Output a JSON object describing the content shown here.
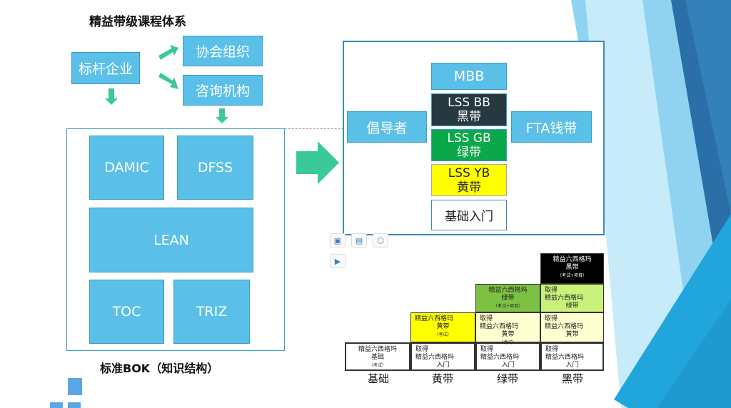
{
  "title": "精益带级课程体系",
  "sources": {
    "benchmark": "标杆企业",
    "association": "协会组织",
    "consulting": "咨询机构"
  },
  "bok": {
    "label": "标准BOK（知识结构）",
    "items": [
      "DAMIC",
      "DFSS",
      "LEAN",
      "TOC",
      "TRIZ"
    ]
  },
  "belts": {
    "mbb": "MBB",
    "bb": [
      "LSS BB",
      "黑带"
    ],
    "gb": [
      "LSS GB",
      "绿带"
    ],
    "yb": [
      "LSS YB",
      "黄带"
    ],
    "basic": "基础入门",
    "champion": "倡导者",
    "fta": "FTA钱带"
  },
  "ladder": {
    "columns": [
      "基础",
      "黄带",
      "绿带",
      "黑带"
    ],
    "basic": [
      "精益六西格玛",
      "基础",
      "（考试）"
    ],
    "yellow": [
      "精益六西格玛",
      "黄带",
      "（考试）"
    ],
    "green": [
      "精益六西格玛",
      "绿带",
      "（考试+项目）"
    ],
    "black": [
      "精益六西格玛",
      "黑带",
      "（考试+项目）"
    ],
    "obtain": "取得",
    "entry": [
      "精益六西格玛",
      "入门"
    ],
    "obtain_yellow": [
      "精益六西格玛",
      "黄带",
      "（考试）"
    ],
    "obtain_yellow2": [
      "精益六西格玛",
      "黄带"
    ],
    "obtain_green": [
      "精益六西格玛",
      "绿带"
    ]
  },
  "colors": {
    "box": "#5bc0e8",
    "arrow": "#3cc99a",
    "bb": "#263840",
    "gb": "#0aa84a",
    "yb": "#ffff00"
  }
}
